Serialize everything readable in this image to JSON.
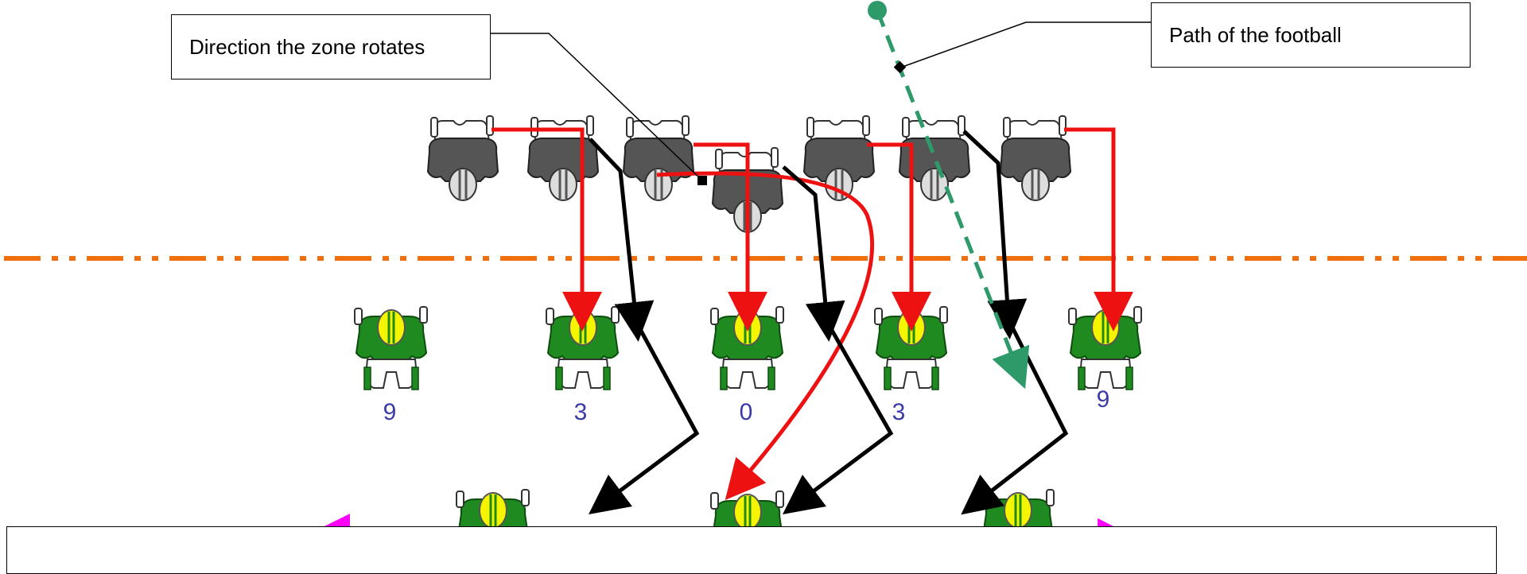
{
  "callouts": {
    "zone_rotation": "Direction the zone rotates",
    "football_path": "Path of the football"
  },
  "technique_labels": [
    "9",
    "3",
    "0",
    "3",
    "9"
  ],
  "colors": {
    "los_line": "#f07010",
    "blocking_red": "#ee1111",
    "blocking_black": "#000000",
    "football_path": "#2e9a6a",
    "zone_rotation": "#ff00ff",
    "defense_jersey": "#1f8a1f",
    "defense_helmet": "#f5f500",
    "offense_jersey": "#555555",
    "label_text": "#3a3aa8"
  },
  "players": {
    "offense_icon": "offensive-lineman-icon",
    "defense_icon": "defensive-player-icon"
  }
}
